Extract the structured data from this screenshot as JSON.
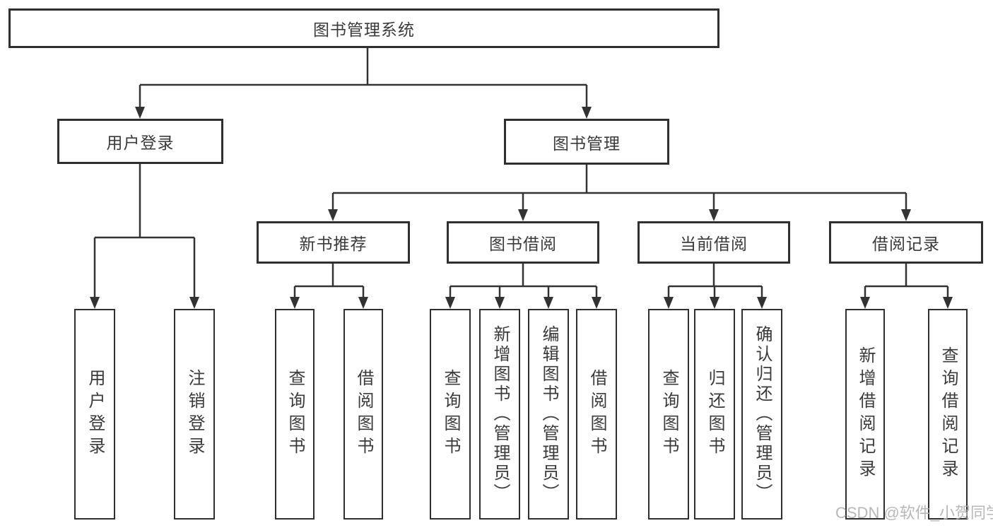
{
  "diagram": {
    "root": "图书管理系统",
    "level2": [
      "用户登录",
      "图书管理"
    ],
    "level3": [
      "新书推荐",
      "图书借阅",
      "当前借阅",
      "借阅记录"
    ],
    "leaves": {
      "user_login": [
        "用户登录",
        "注销登录"
      ],
      "new_book": [
        "查询图书",
        "借阅图书"
      ],
      "book_borrow": [
        "查询图书",
        "新增图书（管理员）",
        "编辑图书（管理员）",
        "借阅图书"
      ],
      "current_borrow": [
        "查询图书",
        "归还图书",
        "确认归还（管理员）"
      ],
      "borrow_record": [
        "新增借阅记录",
        "查询借阅记录"
      ]
    }
  },
  "watermark": "CSDN @软件_小贺同学",
  "colors": {
    "line": "#333333",
    "border": "#2f2f2f",
    "text": "#3a3a3a",
    "background": "#ffffff",
    "watermark": "#b0b0b0"
  }
}
